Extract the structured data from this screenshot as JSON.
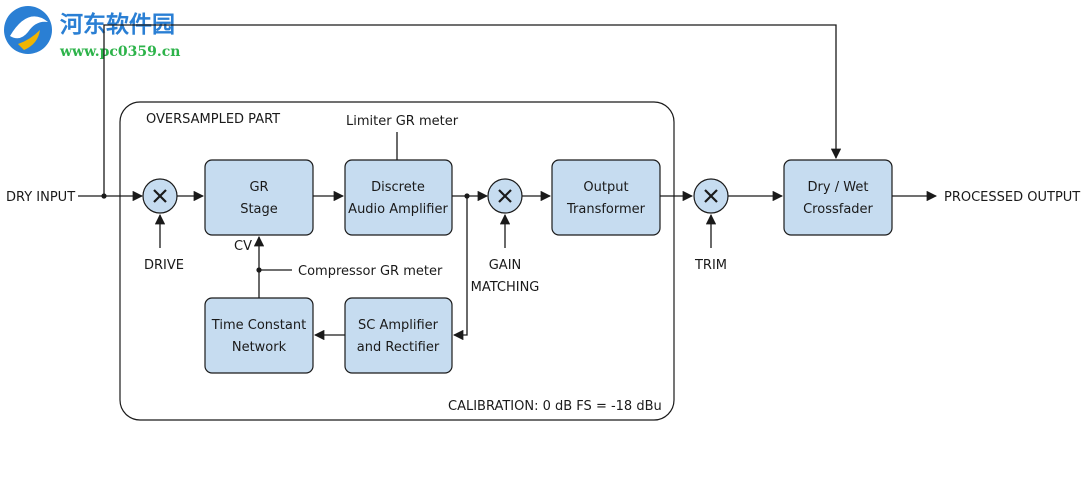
{
  "watermark": {
    "title": "河东软件园",
    "url": "www.pc0359.cn"
  },
  "diagram": {
    "region_label": "OVERSAMPLED PART",
    "calibration": "CALIBRATION: 0 dB FS = -18 dBu",
    "input_label": "DRY INPUT",
    "output_label": "PROCESSED  OUTPUT",
    "blocks": {
      "gr_stage": [
        "GR",
        "Stage"
      ],
      "discrete_amp": [
        "Discrete",
        "Audio Amplifier"
      ],
      "output_transformer": [
        "Output",
        "Transformer"
      ],
      "crossfader": [
        "Dry / Wet",
        "Crossfader"
      ],
      "time_constant": [
        "Time Constant",
        "Network"
      ],
      "sc_amplifier": [
        "SC Amplifier",
        "and Rectifier"
      ]
    },
    "controls": {
      "drive": "DRIVE",
      "gain_matching": [
        "GAIN",
        "MATCHING"
      ],
      "trim": "TRIM"
    },
    "annotations": {
      "limiter_meter": "Limiter GR meter",
      "compressor_meter": "Compressor GR meter",
      "cv": "CV"
    }
  },
  "colors": {
    "block_fill": "#c6dcf0",
    "line": "#1a1a1a",
    "watermark_blue": "#2a7fd4",
    "watermark_green": "#2db34a"
  }
}
